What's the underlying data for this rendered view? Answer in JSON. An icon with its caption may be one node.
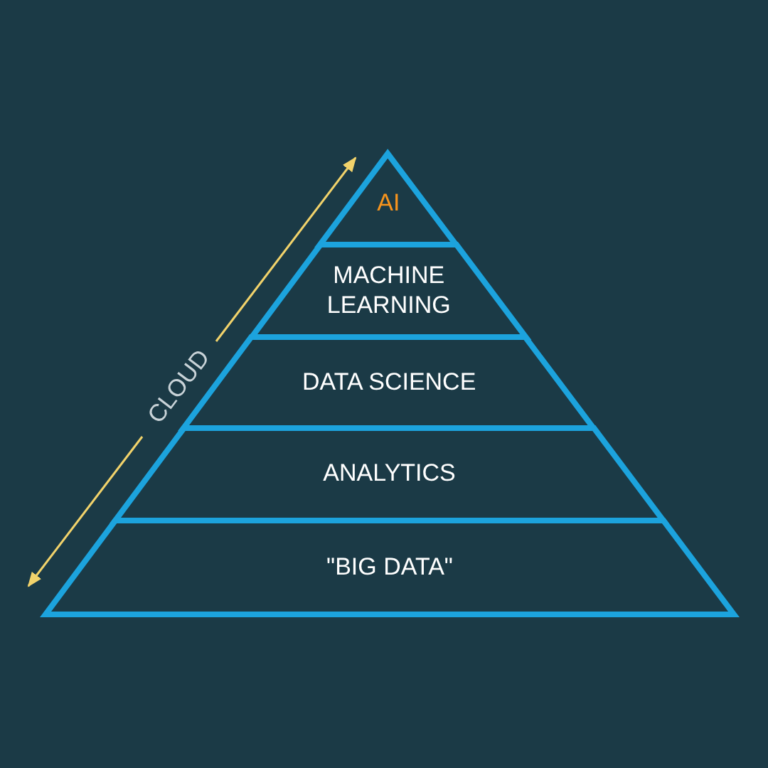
{
  "diagram": {
    "nodes": [
      {
        "text": [
          "AI"
        ]
      },
      {
        "text": [
          "MACHINE LEARNING"
        ]
      },
      {
        "text": [
          "DATA SCIENCE"
        ]
      },
      {
        "text": [
          "ANALYTICS"
        ]
      },
      {
        "text": [
          "\"BIG DATA\""
        ]
      }
    ],
    "labels": [
      "CLOUD"
    ]
  }
}
